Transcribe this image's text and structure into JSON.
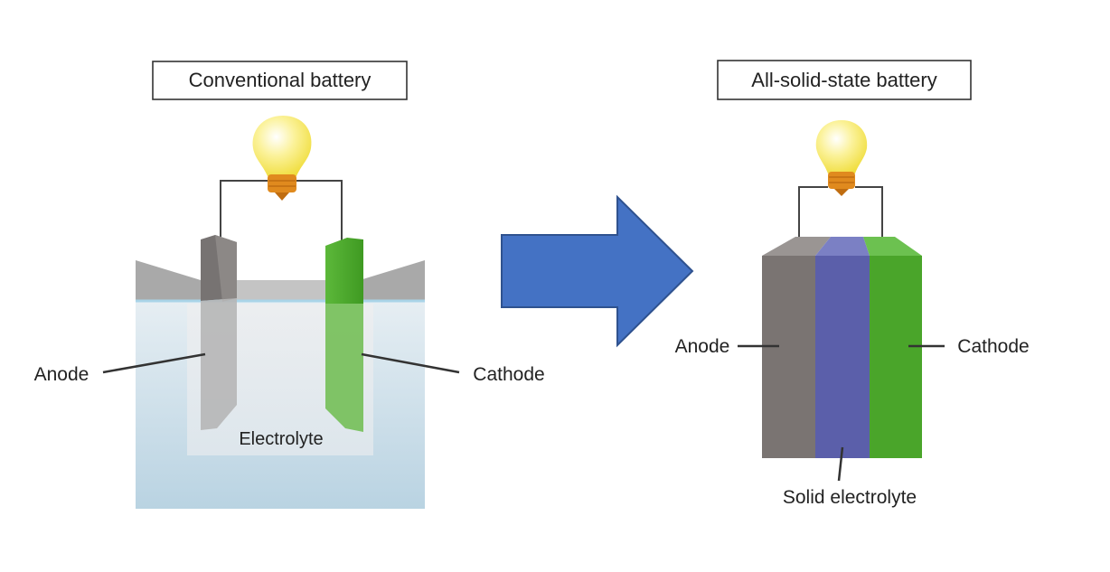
{
  "conventional": {
    "title": "Conventional battery",
    "labels": {
      "anode": "Anode",
      "cathode": "Cathode",
      "electrolyte": "Electrolyte"
    }
  },
  "solid_state": {
    "title": "All-solid-state battery",
    "labels": {
      "anode": "Anode",
      "cathode": "Cathode",
      "electrolyte": "Solid electrolyte"
    }
  },
  "colors": {
    "anode": "#7a7472",
    "cathode": "#4aa52a",
    "solid_electrolyte": "#5b5faa",
    "arrow": "#4472c4",
    "liquid": "#cfe0ea",
    "bulb": "#f7ec7a",
    "bulb_base": "#e08a1e"
  },
  "icons": {
    "light_bulb": "light-bulb-icon",
    "transition_arrow": "right-arrow-icon"
  }
}
